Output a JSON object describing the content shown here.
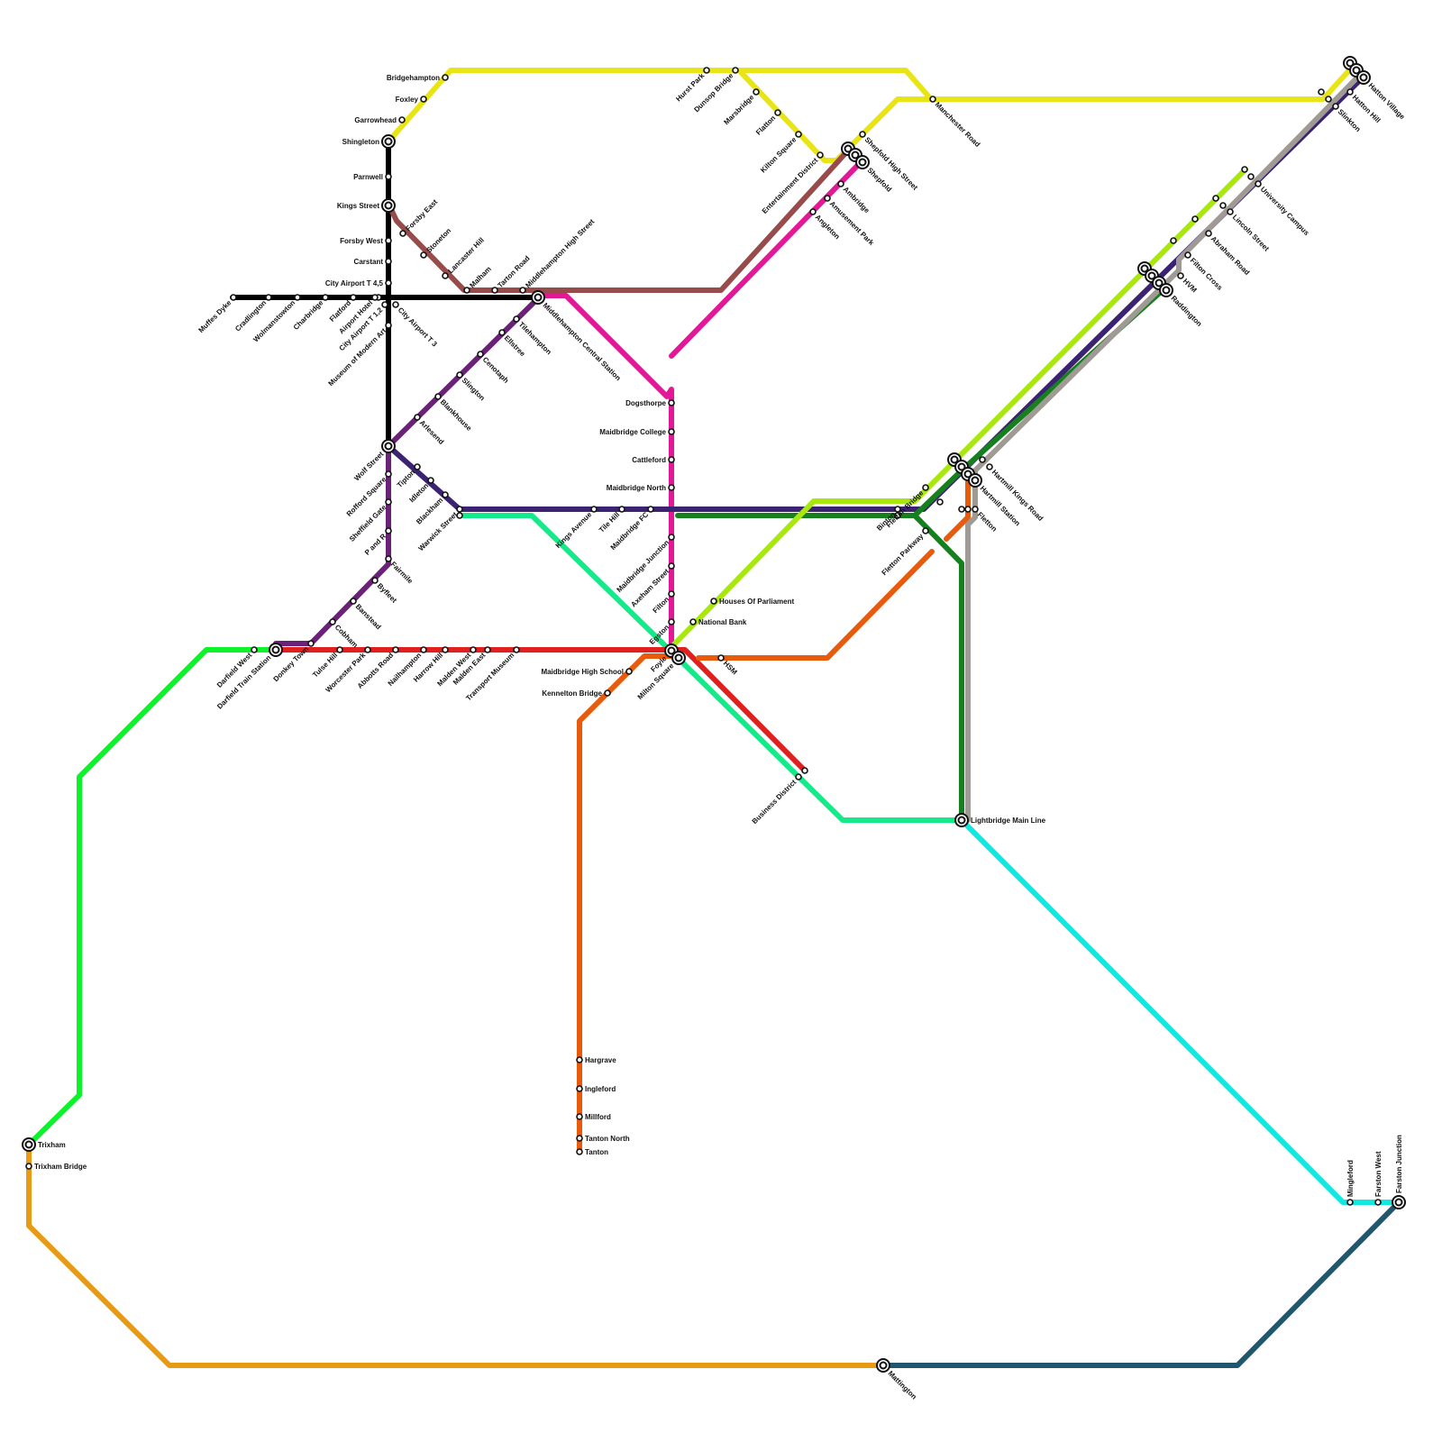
{
  "lines": [
    {
      "id": "yellow",
      "color": "#e8e416"
    },
    {
      "id": "black",
      "color": "#000000"
    },
    {
      "id": "brown",
      "color": "#984b4b"
    },
    {
      "id": "magenta",
      "color": "#e21897"
    },
    {
      "id": "purple",
      "color": "#6b2178"
    },
    {
      "id": "indigo",
      "color": "#3b2372"
    },
    {
      "id": "mint",
      "color": "#14ea8a"
    },
    {
      "id": "red",
      "color": "#e01f1f"
    },
    {
      "id": "green",
      "color": "#0cf32a"
    },
    {
      "id": "orange",
      "color": "#e85a0c"
    },
    {
      "id": "darkgreen",
      "color": "#16801f"
    },
    {
      "id": "lime",
      "color": "#a8e80e"
    },
    {
      "id": "grey",
      "color": "#a09a94"
    },
    {
      "id": "cyan",
      "color": "#12e8e0"
    },
    {
      "id": "amber",
      "color": "#e89a14"
    },
    {
      "id": "navy",
      "color": "#20566e"
    }
  ],
  "stations": [
    {
      "id": "bridgehampton",
      "name": "Bridgehampton"
    },
    {
      "id": "foxley",
      "name": "Foxley"
    },
    {
      "id": "garrowhead",
      "name": "Garrowhead"
    },
    {
      "id": "shingleton",
      "name": "Shingleton"
    },
    {
      "id": "parnwell",
      "name": "Parnwell"
    },
    {
      "id": "kings_street",
      "name": "Kings Street"
    },
    {
      "id": "forsby_west",
      "name": "Forsby West"
    },
    {
      "id": "carstant",
      "name": "Carstant"
    },
    {
      "id": "city_airport_t45",
      "name": "City Airport T 4,5"
    },
    {
      "id": "forsby_east",
      "name": "Forsby East"
    },
    {
      "id": "stoneton",
      "name": "Stoneton"
    },
    {
      "id": "lancaster_hill",
      "name": "Lancaster Hill"
    },
    {
      "id": "malham",
      "name": "Malham"
    },
    {
      "id": "tarton_road",
      "name": "Tarton Road"
    },
    {
      "id": "middlehampton_high_street",
      "name": "Middlehampton High Street"
    },
    {
      "id": "middlehampton_central",
      "name": "Middlehampton Central Station"
    },
    {
      "id": "muffes_dyke",
      "name": "Muffes Dyke"
    },
    {
      "id": "cradlington",
      "name": "Cradlington"
    },
    {
      "id": "wolmanstowton",
      "name": "Wolmanstowton"
    },
    {
      "id": "charbridge",
      "name": "Charbridge"
    },
    {
      "id": "flatford",
      "name": "Flatford"
    },
    {
      "id": "airport_hotel",
      "name": "Airport Hotel"
    },
    {
      "id": "city_airport_t12",
      "name": "City Airport T 1,2"
    },
    {
      "id": "city_airport_t3",
      "name": "City Airport T 3"
    },
    {
      "id": "museum_modern_art",
      "name": "Museum of Modern Art"
    },
    {
      "id": "tilehampton",
      "name": "Tilehampton"
    },
    {
      "id": "ellstree",
      "name": "Ellstree"
    },
    {
      "id": "cenotaph",
      "name": "Cenotaph"
    },
    {
      "id": "slington",
      "name": "Slington"
    },
    {
      "id": "blankhouse",
      "name": "Blankhouse"
    },
    {
      "id": "arlesend",
      "name": "Arlesend"
    },
    {
      "id": "wolf_street",
      "name": "Wolf Street"
    },
    {
      "id": "tipton",
      "name": "Tipton"
    },
    {
      "id": "idleton",
      "name": "Idleton"
    },
    {
      "id": "blackham",
      "name": "Blackham"
    },
    {
      "id": "warwick_street",
      "name": "Warwick Street"
    },
    {
      "id": "rofford_square",
      "name": "Rofford Square"
    },
    {
      "id": "sheffield_gate",
      "name": "Sheffield Gate"
    },
    {
      "id": "p_and_r",
      "name": "P and R"
    },
    {
      "id": "fairmile",
      "name": "Fairmile"
    },
    {
      "id": "byfleet",
      "name": "Byfleet"
    },
    {
      "id": "banstead",
      "name": "Banstead"
    },
    {
      "id": "cobham",
      "name": "Cobham"
    },
    {
      "id": "donkey_town",
      "name": "Donkey Town"
    },
    {
      "id": "darfield_west",
      "name": "Darfield West"
    },
    {
      "id": "darfield_train",
      "name": "Darfield Train Station"
    },
    {
      "id": "tulse_hill",
      "name": "Tulse Hill"
    },
    {
      "id": "worcester_park",
      "name": "Worcester Park"
    },
    {
      "id": "abbotts_road",
      "name": "Abbotts Road"
    },
    {
      "id": "nailhampton",
      "name": "Nailhampton"
    },
    {
      "id": "harrow_hill",
      "name": "Harrow Hill"
    },
    {
      "id": "malden_west",
      "name": "Malden West"
    },
    {
      "id": "malden_east",
      "name": "Malden East"
    },
    {
      "id": "transport_museum",
      "name": "Transport Museum"
    },
    {
      "id": "kings_avenue",
      "name": "Kings Avenue"
    },
    {
      "id": "tile_hill",
      "name": "Tile Hill"
    },
    {
      "id": "maidbridge_fc",
      "name": "Maidbridge FC"
    },
    {
      "id": "dogsthorpe",
      "name": "Dogsthorpe"
    },
    {
      "id": "maidbridge_college",
      "name": "Maidbridge College"
    },
    {
      "id": "cattleford",
      "name": "Cattleford"
    },
    {
      "id": "maidbridge_north",
      "name": "Maidbridge North"
    },
    {
      "id": "maidbridge_junction",
      "name": "Maidbridge Junction"
    },
    {
      "id": "axeham_street",
      "name": "Axeham Street"
    },
    {
      "id": "filton",
      "name": "Filton"
    },
    {
      "id": "egston",
      "name": "Egston"
    },
    {
      "id": "foyle",
      "name": "Foyle"
    },
    {
      "id": "milton_square",
      "name": "Milton Square"
    },
    {
      "id": "maidbridge_high_school",
      "name": "Maidbridge High School"
    },
    {
      "id": "kennelton_bridge",
      "name": "Kennelton Bridge"
    },
    {
      "id": "hsm",
      "name": "HSM"
    },
    {
      "id": "national_bank",
      "name": "National Bank"
    },
    {
      "id": "houses_parliament",
      "name": "Houses Of Parliament"
    },
    {
      "id": "business_district",
      "name": "Business District"
    },
    {
      "id": "hargrave",
      "name": "Hargrave"
    },
    {
      "id": "ingleford",
      "name": "Ingleford"
    },
    {
      "id": "millford",
      "name": "Millford"
    },
    {
      "id": "tanton_north",
      "name": "Tanton North"
    },
    {
      "id": "tanton",
      "name": "Tanton"
    },
    {
      "id": "hurst_park",
      "name": "Hurst Park"
    },
    {
      "id": "dunsop_bridge",
      "name": "Dunsop Bridge"
    },
    {
      "id": "marsbridge",
      "name": "Marsbridge"
    },
    {
      "id": "flatton",
      "name": "Flatton"
    },
    {
      "id": "kilton_square",
      "name": "Kilton Square"
    },
    {
      "id": "entertainment_district",
      "name": "Entertainment District"
    },
    {
      "id": "shepfold_high_street",
      "name": "Shepfold High Street"
    },
    {
      "id": "shepfold",
      "name": "Shepfold"
    },
    {
      "id": "ambridge",
      "name": "Ambridge"
    },
    {
      "id": "amusement_park",
      "name": "Amusement Park"
    },
    {
      "id": "angleton",
      "name": "Angleton"
    },
    {
      "id": "manchester_road",
      "name": "Manchester Road"
    },
    {
      "id": "hatton_village",
      "name": "Hatton Village"
    },
    {
      "id": "hatton_hill",
      "name": "Hatton Hill"
    },
    {
      "id": "slinkton",
      "name": "Slinkton"
    },
    {
      "id": "university_campus",
      "name": "University Campus"
    },
    {
      "id": "lincoln_street",
      "name": "Lincoln Street"
    },
    {
      "id": "abraham_road",
      "name": "Abraham Road"
    },
    {
      "id": "filton_cross",
      "name": "Filton Cross"
    },
    {
      "id": "hvm",
      "name": "HVM"
    },
    {
      "id": "raddington",
      "name": "Raddington"
    },
    {
      "id": "fletton_bridge",
      "name": "Fletton Bridge"
    },
    {
      "id": "binton",
      "name": "Binton"
    },
    {
      "id": "fletton_parkway",
      "name": "Fletton Parkway"
    },
    {
      "id": "hartmill_kings_road",
      "name": "Hartmill Kings Road"
    },
    {
      "id": "hartmill_station",
      "name": "Hartmill Station"
    },
    {
      "id": "fletton",
      "name": "Fletton"
    },
    {
      "id": "lightbridge_main_line",
      "name": "Lightbridge Main Line"
    },
    {
      "id": "trixham",
      "name": "Trixham"
    },
    {
      "id": "trixham_bridge",
      "name": "Trixham Bridge"
    },
    {
      "id": "mattington",
      "name": "Mattington"
    },
    {
      "id": "mingleford",
      "name": "Mingleford"
    },
    {
      "id": "farston_west",
      "name": "Farston West"
    },
    {
      "id": "farston_junction",
      "name": "Farston Junction"
    }
  ]
}
